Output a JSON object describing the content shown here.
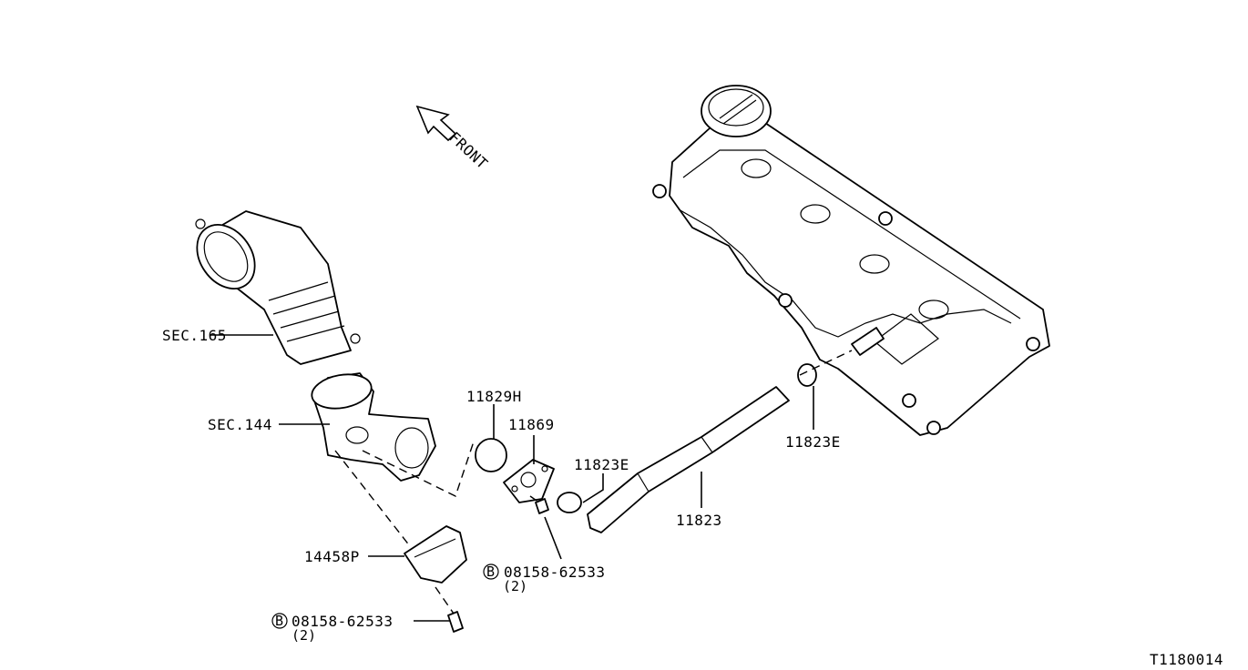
{
  "labels": {
    "front": "FRONT",
    "sec165": "SEC.165",
    "sec144": "SEC.144",
    "p11829h": "11829H",
    "p11869": "11869",
    "p11823e_left": "11823E",
    "p11823": "11823",
    "p11823e_right": "11823E",
    "p14458p": "14458P",
    "bolt_right": "08158-62533",
    "bolt_right_qty": "(2)",
    "bolt_left": "08158-62533",
    "bolt_left_qty": "(2)",
    "bolt_symbol": "B",
    "diagram_id": "T1180014"
  }
}
